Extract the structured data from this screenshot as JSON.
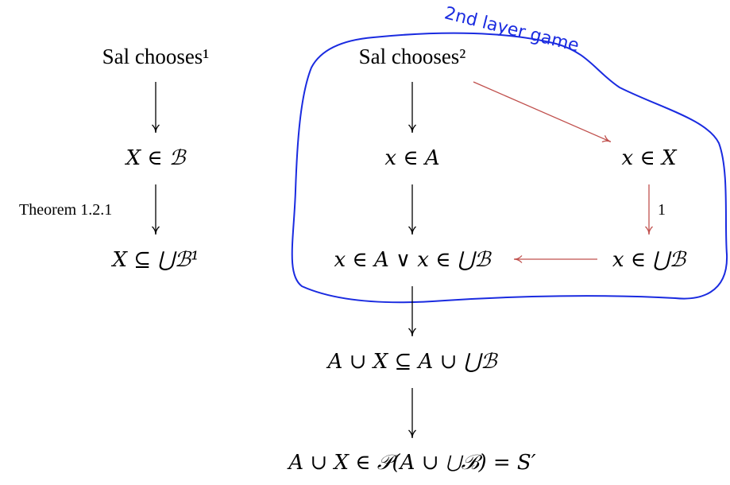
{
  "nodes": {
    "left_top": "Sal chooses¹",
    "left_mid": "X ∈ ℬ",
    "left_bot": "X ⊆ ⋃ℬ¹",
    "center_top": "Sal chooses²",
    "center_mid": "x ∈ A",
    "center_bot": "x ∈ A  ∨  x ∈ ⋃ℬ",
    "right_mid": "x ∈ X",
    "right_bot": "x ∈ ⋃ℬ",
    "lower_1": "A ∪ X ⊆ A ∪ ⋃ℬ",
    "lower_2": "A ∪ X ∈ 𝒫(A ∪ ⋃ℬ) = S′"
  },
  "labels": {
    "theorem": "Theorem 1.2.1",
    "edge_one": "1"
  },
  "annotation": {
    "handwritten": "2nd layer game",
    "color": "#1a2be0"
  },
  "colors": {
    "arrow_black": "#000000",
    "arrow_red": "#c0504d"
  }
}
